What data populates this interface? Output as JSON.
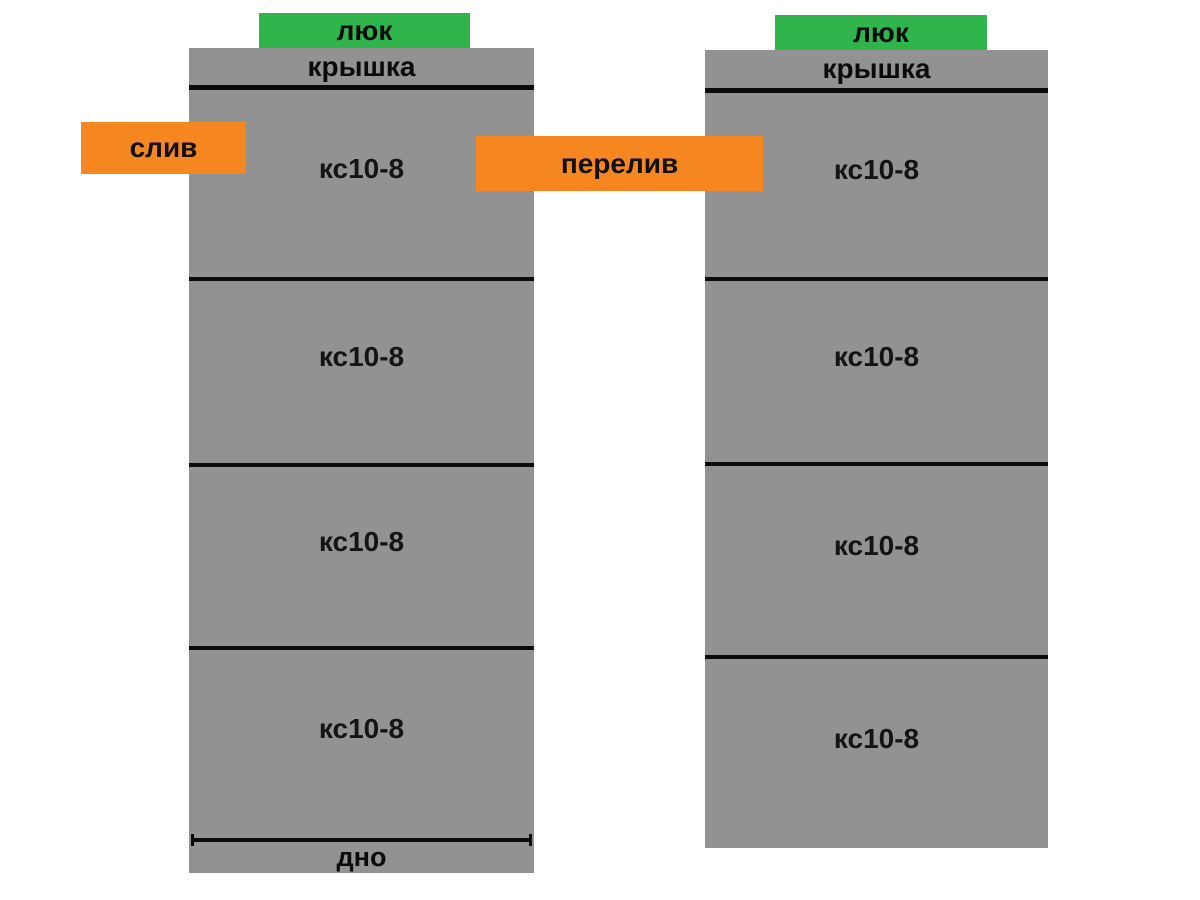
{
  "colors": {
    "ring_gray": "#929292",
    "hatch_green": "#2fb54c",
    "annotation_orange": "#f6861f",
    "line_black": "#0b0b0b",
    "background": "#ffffff"
  },
  "left_well": {
    "hatch_label": "люк",
    "cover_label": "крышка",
    "rings": [
      {
        "label": "кс10-8"
      },
      {
        "label": "кс10-8"
      },
      {
        "label": "кс10-8"
      },
      {
        "label": "кс10-8"
      }
    ],
    "bottom_label": "дно"
  },
  "right_well": {
    "hatch_label": "люк",
    "cover_label": "крышка",
    "rings": [
      {
        "label": "кс10-8"
      },
      {
        "label": "кс10-8"
      },
      {
        "label": "кс10-8"
      },
      {
        "label": "кс10-8"
      }
    ]
  },
  "annotations": {
    "drain_label": "слив",
    "overflow_label": "перелив"
  }
}
